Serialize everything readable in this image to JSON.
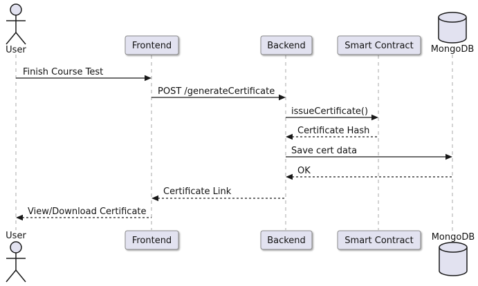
{
  "diagram": {
    "type": "sequence-diagram",
    "participants": [
      {
        "name": "User",
        "kind": "actor"
      },
      {
        "name": "Frontend",
        "kind": "participant"
      },
      {
        "name": "Backend",
        "kind": "participant"
      },
      {
        "name": "Smart Contract",
        "kind": "participant"
      },
      {
        "name": "MongoDB",
        "kind": "database"
      }
    ],
    "messages": [
      {
        "from": "User",
        "to": "Frontend",
        "label": "Finish Course Test",
        "style": "solid"
      },
      {
        "from": "Frontend",
        "to": "Backend",
        "label": "POST /generateCertificate",
        "style": "solid"
      },
      {
        "from": "Backend",
        "to": "Smart Contract",
        "label": "issueCertificate()",
        "style": "solid"
      },
      {
        "from": "Smart Contract",
        "to": "Backend",
        "label": "Certificate Hash",
        "style": "dashed"
      },
      {
        "from": "Backend",
        "to": "MongoDB",
        "label": "Save cert data",
        "style": "solid"
      },
      {
        "from": "MongoDB",
        "to": "Backend",
        "label": "OK",
        "style": "dashed"
      },
      {
        "from": "Backend",
        "to": "Frontend",
        "label": "Certificate Link",
        "style": "dashed"
      },
      {
        "from": "Frontend",
        "to": "User",
        "label": "View/Download Certificate",
        "style": "dashed"
      }
    ],
    "colors": {
      "participant_fill": "#E2E2F0",
      "participant_border": "#888888",
      "lifeline": "#A7A7A7",
      "arrow": "#181818",
      "background": "#FFFFFF"
    }
  }
}
